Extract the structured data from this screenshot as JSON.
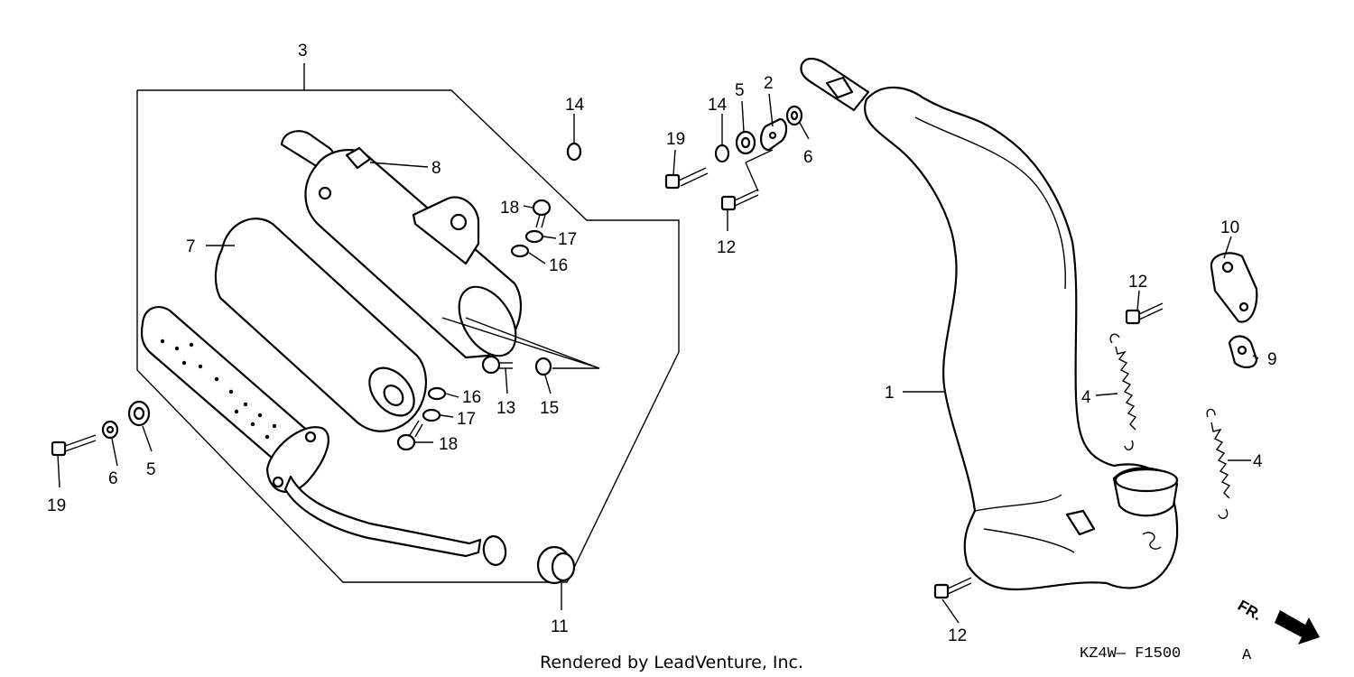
{
  "callouts": {
    "n1": "1",
    "n2": "2",
    "n3": "3",
    "n4a": "4",
    "n4b": "4",
    "n5a": "5",
    "n5b": "5",
    "n6a": "6",
    "n6b": "6",
    "n7": "7",
    "n8": "8",
    "n9": "9",
    "n10": "10",
    "n11": "11",
    "n12a": "12",
    "n12b": "12",
    "n12c": "12",
    "n13": "13",
    "n14a": "14",
    "n14b": "14",
    "n15": "15",
    "n16a": "16",
    "n16b": "16",
    "n17a": "17",
    "n17b": "17",
    "n18a": "18",
    "n18b": "18",
    "n19a": "19",
    "n19b": "19"
  },
  "footer": {
    "credit": "Rendered by LeadVenture, Inc.",
    "diagram_code": "KZ4W— F1500",
    "revision": "A"
  },
  "direction_label": "FR.",
  "colors": {
    "line": "#000000",
    "background": "#ffffff"
  }
}
